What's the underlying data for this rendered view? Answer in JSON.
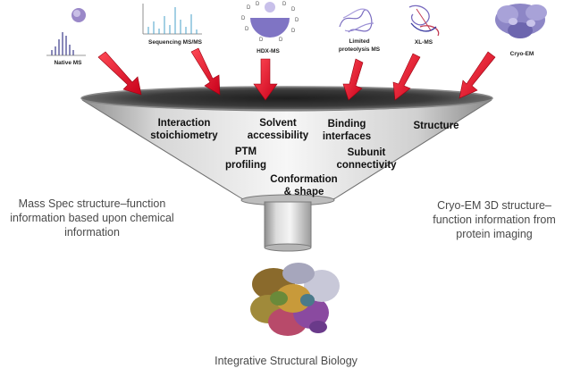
{
  "methods": {
    "native_ms": "Native MS",
    "sequencing_msms": "Sequencing MS/MS",
    "hdx_ms": "HDX-MS",
    "limited_proteolysis_line1": "Limited",
    "limited_proteolysis_line2": "proteolysis MS",
    "xl_ms": "XL-MS",
    "cryo_em": "Cryo-EM"
  },
  "funnel_labels": {
    "interaction_1": "Interaction",
    "interaction_2": "stoichiometry",
    "solvent_1": "Solvent",
    "solvent_2": "accessibility",
    "binding_1": "Binding",
    "binding_2": "interfaces",
    "structure": "Structure",
    "ptm_1": "PTM",
    "ptm_2": "profiling",
    "subunit_1": "Subunit",
    "subunit_2": "connectivity",
    "conformation_1": "Conformation",
    "conformation_2": "& shape"
  },
  "left_caption": {
    "line1": "Mass Spec structure–function",
    "line2": "information based upon chemical",
    "line3": "information"
  },
  "right_caption": {
    "line1": "Cryo-EM 3D structure–",
    "line2": "function information from",
    "line3": "protein imaging"
  },
  "bottom_caption": "Integrative Structural Biology",
  "colors": {
    "arrow": "#e0102a",
    "funnel_light": "#f2f2f2",
    "funnel_dark": "#9a9a9a",
    "caption_text": "#4a4a4a",
    "label_text": "#111111"
  }
}
